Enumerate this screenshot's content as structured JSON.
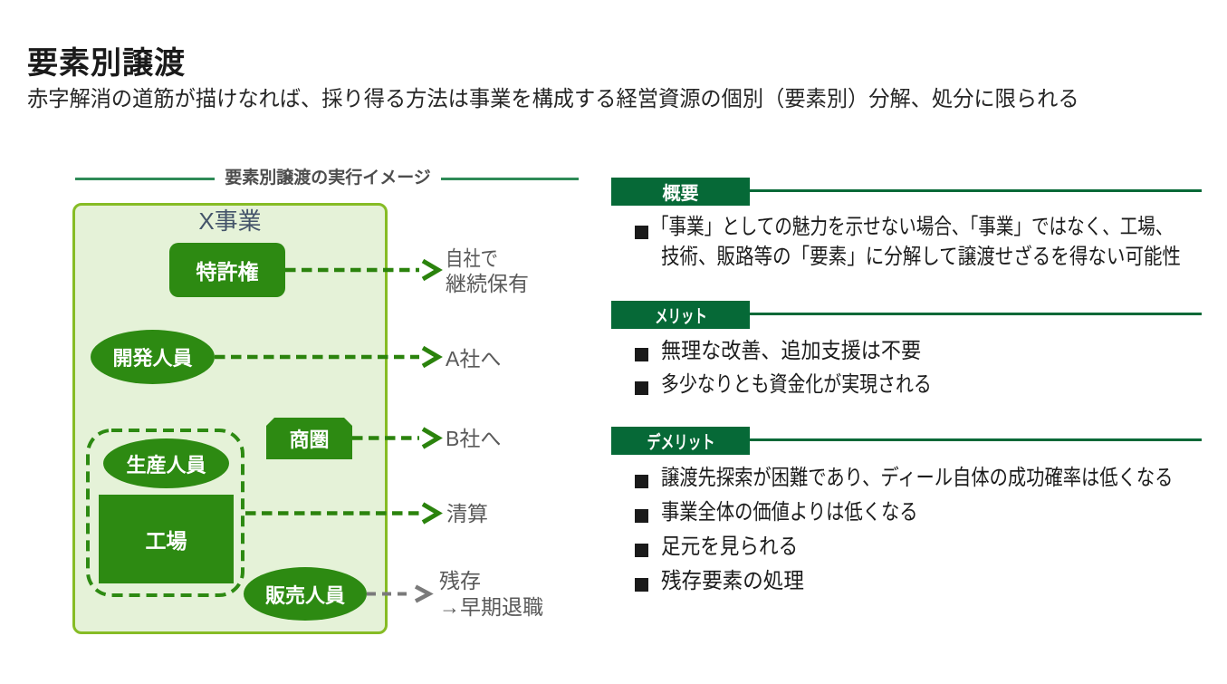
{
  "slide": {
    "title": "要素別譲渡",
    "subtitle": "赤字解消の道筋が描けなれば、採り得る方法は事業を構成する経営資源の個別（要素別）分解、処分に限られる"
  },
  "diagram": {
    "caption": "要素別譲渡の実行イメージ",
    "business_label": "X事業",
    "nodes": {
      "patent": "特許権",
      "dev_staff": "開発人員",
      "trade_area": "商圏",
      "prod_staff": "生産人員",
      "factory": "工場",
      "sales_staff": "販売人員"
    },
    "destinations": {
      "patent": [
        "自社で",
        "継続保有"
      ],
      "dev_staff": [
        "A社へ"
      ],
      "trade_area": [
        "B社へ"
      ],
      "factory_group": [
        "清算"
      ],
      "sales_staff": [
        "残存",
        "→早期退職"
      ]
    }
  },
  "sections": [
    {
      "heading": "概要",
      "bullets": [
        [
          "「事業」としての魅力を示せない場合、「事業」ではなく、工場、",
          "技術、販路等の「要素」に分解して譲渡せざるを得ない可能性"
        ]
      ]
    },
    {
      "heading": "メリット",
      "bullets": [
        [
          "無理な改善、追加支援は不要"
        ],
        [
          "多少なりとも資金化が実現される"
        ]
      ]
    },
    {
      "heading": "デメリット",
      "bullets": [
        [
          "譲渡先探索が困難であり、ディール自体の成功確率は低くなる"
        ],
        [
          "事業全体の価値よりは低くなる"
        ],
        [
          "足元を見られる"
        ],
        [
          "残存要素の処理"
        ]
      ]
    }
  ],
  "colors": {
    "node_green": "#2d8a12",
    "box_fill": "#e5f2d8",
    "box_border": "#86bc25",
    "section_green": "#066937",
    "caption_line_green": "#2e8b57",
    "arrow_green": "#2b830d",
    "arrow_gray": "#7a7a7a",
    "label_gray": "#595959",
    "text_dark": "#1c1c1c"
  }
}
